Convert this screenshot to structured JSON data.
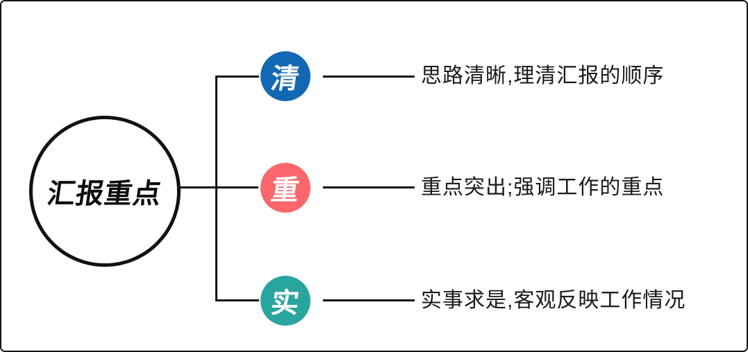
{
  "diagram": {
    "title": "汇报重点",
    "branches": [
      {
        "badge": "清",
        "color": "#1268b3",
        "description": "思路清晰,理清汇报的顺序"
      },
      {
        "badge": "重",
        "color": "#f9676d",
        "description": "重点突出;强调工作的重点"
      },
      {
        "badge": "实",
        "color": "#29a5a0",
        "description": "实事求是,客观反映工作情况"
      }
    ],
    "colors": {
      "line": "#111111",
      "background": "#ffffff",
      "root_border": "#111111",
      "text": "#1a1a1a"
    }
  }
}
